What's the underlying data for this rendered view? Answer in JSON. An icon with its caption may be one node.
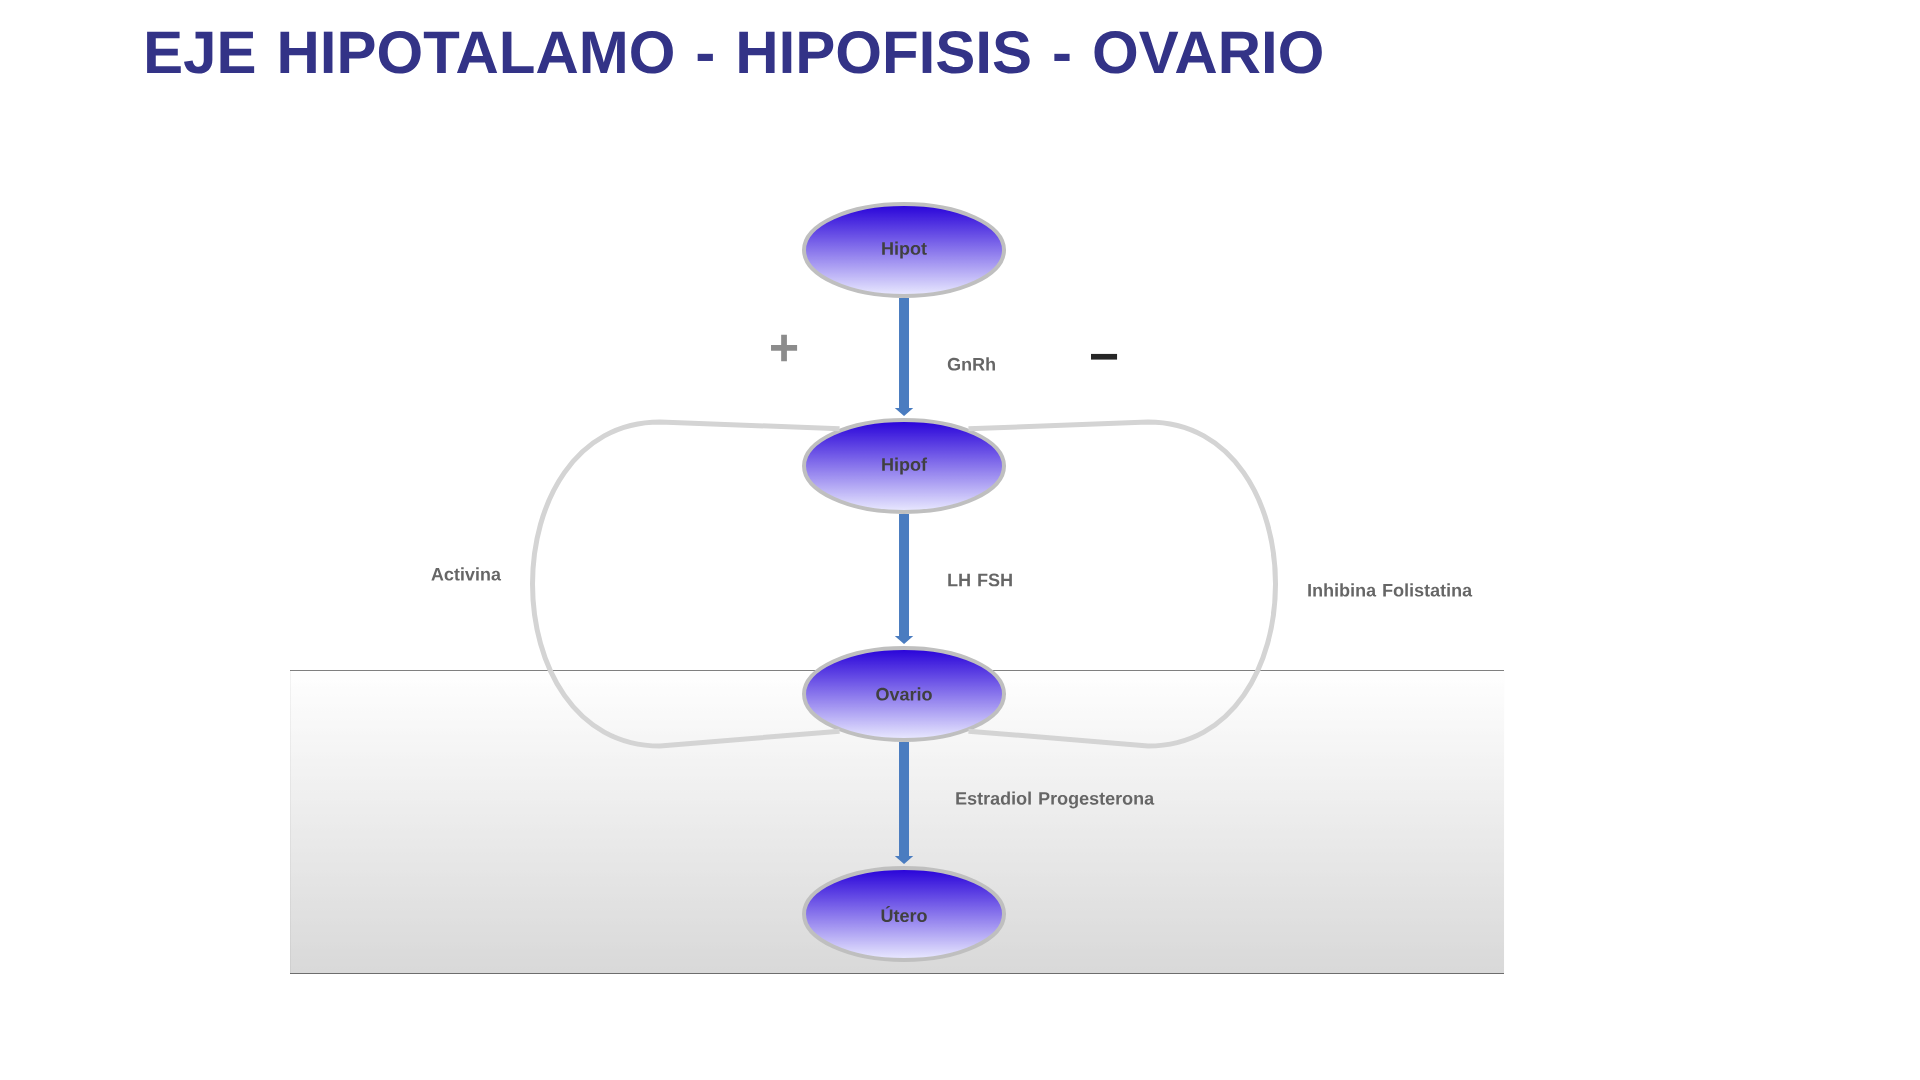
{
  "diagram": {
    "title": "EJE HIPOTALAMO - HIPOFISIS - OVARIO",
    "nodes": [
      {
        "text": [
          "Hipot"
        ]
      },
      {
        "text": [
          "Hipof"
        ]
      },
      {
        "text": [
          "Ovario"
        ]
      },
      {
        "text": [
          "Útero"
        ]
      }
    ],
    "edges": [
      {
        "from": 0,
        "to": 1,
        "arrow": "to",
        "label": "GnRh"
      },
      {
        "from": 1,
        "to": 2,
        "arrow": "to",
        "label": "LH FSH"
      },
      {
        "from": 2,
        "to": 3,
        "arrow": "to",
        "label": "Estradiol Progesterona"
      },
      {
        "from": 2,
        "to": 1,
        "arrow": "none",
        "label": "Activina",
        "color": "#d4d4d4"
      },
      {
        "from": 2,
        "to": 1,
        "arrow": "none",
        "label": "Inhibina Folistatina",
        "color": "#d4d4d4"
      }
    ],
    "labels": [
      "+",
      "−"
    ]
  }
}
